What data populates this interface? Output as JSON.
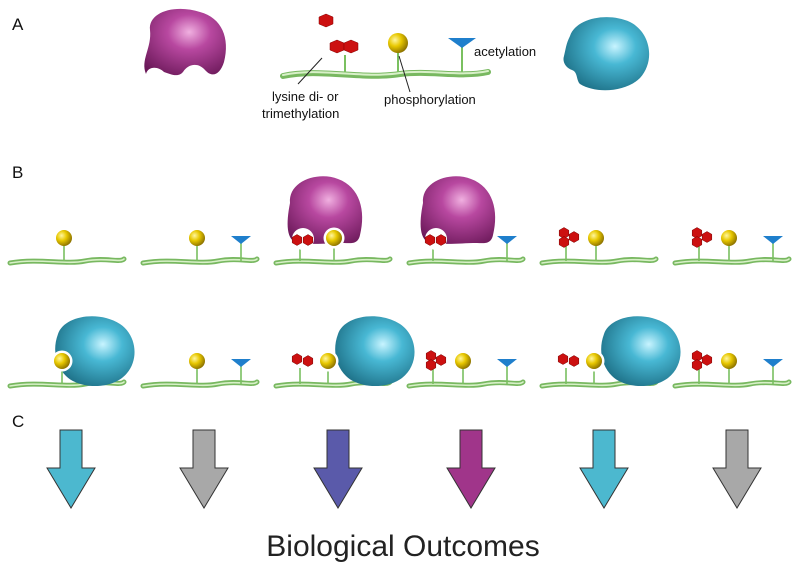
{
  "panels": {
    "a": "A",
    "b": "B",
    "c": "C"
  },
  "legend": {
    "methylation_line1": "lysine di- or",
    "methylation_line2": "trimethylation",
    "phosphorylation": "phosphorylation",
    "acetylation": "acetylation"
  },
  "footer": "Biological Outcomes",
  "colors": {
    "strand": "#a8d890",
    "phospho": "#e0c000",
    "methyl": "#cc1010",
    "acetyl": "#1f7fcc",
    "reader_magenta": "#a0308a",
    "reader_cyan": "#2aa5c0",
    "arrow_cyan": "#4cb8cf",
    "arrow_gray": "#a8a8a8",
    "arrow_blue": "#5a5aaa",
    "arrow_magenta": "#a0358a"
  },
  "rows": [
    {
      "row": 1,
      "units": [
        {
          "phospho": true,
          "acetyl": false,
          "methyl": false,
          "reader": "none"
        },
        {
          "phospho": true,
          "acetyl": true,
          "methyl": false,
          "reader": "none"
        },
        {
          "phospho": true,
          "acetyl": false,
          "methyl": true,
          "reader": "magenta"
        },
        {
          "phospho": false,
          "acetyl": true,
          "methyl": true,
          "reader": "magenta"
        },
        {
          "phospho": true,
          "acetyl": false,
          "methyl": true,
          "reader": "none"
        },
        {
          "phospho": true,
          "acetyl": true,
          "methyl": true,
          "reader": "none"
        }
      ]
    },
    {
      "row": 2,
      "units": [
        {
          "phospho": true,
          "acetyl": false,
          "methyl": false,
          "reader": "cyan"
        },
        {
          "phospho": true,
          "acetyl": true,
          "methyl": false,
          "reader": "none"
        },
        {
          "phospho": true,
          "acetyl": false,
          "methyl": true,
          "reader": "cyan"
        },
        {
          "phospho": true,
          "acetyl": true,
          "methyl": true,
          "reader": "none"
        },
        {
          "phospho": true,
          "acetyl": false,
          "methyl": true,
          "reader": "cyan"
        },
        {
          "phospho": true,
          "acetyl": true,
          "methyl": true,
          "reader": "none"
        }
      ]
    }
  ],
  "arrows": [
    "cyan",
    "gray",
    "blue",
    "magenta",
    "cyan",
    "gray"
  ]
}
